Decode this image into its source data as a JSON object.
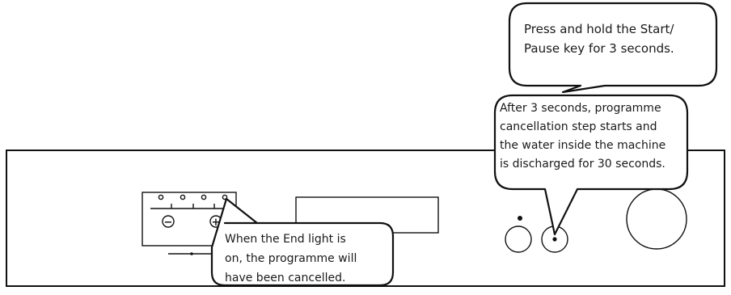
{
  "callouts": {
    "top": {
      "lines": [
        "Press and hold the Start/",
        "Pause key for 3 seconds."
      ]
    },
    "middle": {
      "lines": [
        "After 3 seconds, programme",
        "cancellation step starts and",
        "the water inside the machine",
        "is discharged for 30 seconds."
      ]
    },
    "bottom": {
      "lines": [
        "When the End light is",
        "on, the programme will",
        "have been cancelled."
      ]
    }
  },
  "panel": {
    "minus_symbol": "−",
    "plus_symbol": "+"
  },
  "colors": {
    "line": "#111111",
    "background": "#ffffff"
  }
}
